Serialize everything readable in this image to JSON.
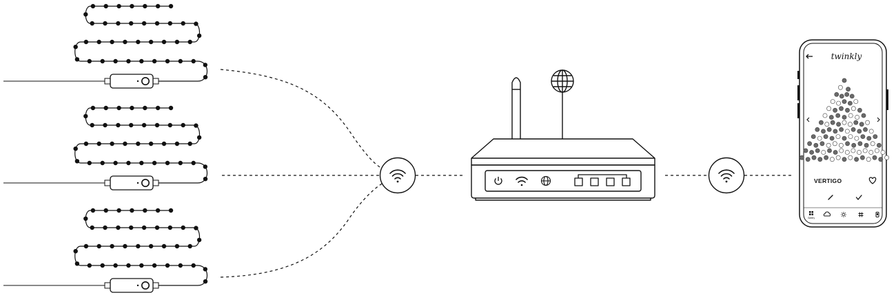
{
  "phone": {
    "brand": "twinkly",
    "pattern_name": "VERTIGO",
    "nav_label": "Gallery"
  },
  "colors": {
    "stroke": "#111111",
    "background": "#ffffff",
    "led_filled": "#6a6a6a"
  },
  "icons": {
    "router_globe": "globe-icon",
    "wifi_badges": [
      "wifi-icon",
      "wifi-icon"
    ],
    "router_panel": [
      "power-icon",
      "wifi-icon",
      "globe-icon"
    ],
    "phone_nav": [
      "grid-icon",
      "cloud-icon",
      "sun-icon",
      "hash-icon",
      "phone-icon"
    ]
  }
}
